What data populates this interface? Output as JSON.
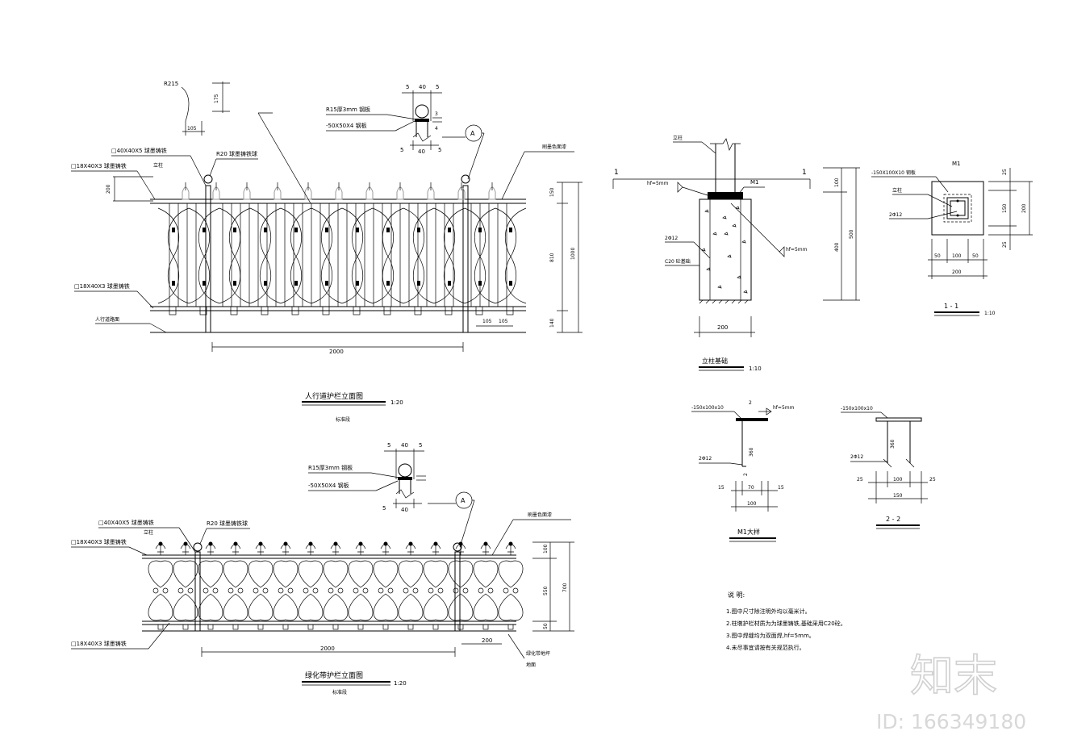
{
  "top_elevation": {
    "title": "人行道护栏立面图",
    "scale": "1:20",
    "subtitle": "标准段",
    "labels": {
      "radius": "R215",
      "post": "□40X40X5 球墨铸铁",
      "cap": "R20 球墨铸铁球",
      "rail_top": "□18X40X3 球墨铸铁",
      "post_label": "立柱",
      "rail_bottom": "□18X40X3 球墨铸铁",
      "ground": "人行道路面",
      "paint": "刷墨色面漆",
      "ball_detail": "R15厚3mm 钢板",
      "plate_detail": "-50X50X4 钢板",
      "section_mark": "A"
    },
    "dims": {
      "d175": "175",
      "d105": "105",
      "d200": "200",
      "d2000": "2000",
      "d150": "150",
      "d810": "810",
      "d1000": "1000",
      "d140": "140",
      "d105b": "105",
      "d105c": "105",
      "d5": "5",
      "d40": "40",
      "d5b": "5",
      "d3": "3",
      "d4": "4",
      "d5c": "5",
      "d40b": "40",
      "d5d": "5"
    }
  },
  "bottom_elevation": {
    "title": "绿化带护栏立面图",
    "scale": "1:20",
    "subtitle": "标准段",
    "labels": {
      "post": "□40X40X5 球墨铸铁",
      "cap": "R20 球墨铸铁球",
      "rail_top": "□18X40X3 球墨铸铁",
      "post_label": "立柱",
      "rail_bottom": "□18X40X3 球墨铸铁",
      "paint": "刷墨色面漆",
      "ground": "绿化带地坪",
      "ground2": "地面",
      "ball_detail": "R15厚3mm 钢板",
      "plate_detail": "-50X50X4 钢板",
      "section_mark": "A"
    },
    "dims": {
      "d5": "5",
      "d40": "40",
      "d5b": "5",
      "d5c": "5",
      "d40b": "40",
      "d100": "100",
      "d550": "550",
      "d700": "700",
      "d50": "50",
      "d2000": "2000",
      "d200": "200"
    }
  },
  "foundation": {
    "title": "立柱基础",
    "scale": "1:10",
    "labels": {
      "post": "立柱",
      "weld1": "hf=5mm",
      "plate": "M1",
      "rebar": "2Φ12",
      "concrete": "C20 砼基础",
      "weld2": "hf=5mm",
      "sec1": "1",
      "sec1b": "1"
    },
    "dims": {
      "d100": "100",
      "d500": "500",
      "d400": "400",
      "d200": "200"
    }
  },
  "section_1_1": {
    "title": "1 - 1",
    "scale": "1:10",
    "labels": {
      "m1": "M1",
      "plate": "-150X100X10 钢板",
      "post": "立柱",
      "rebar": "2Φ12"
    },
    "dims": {
      "d25": "25",
      "d150": "150",
      "d200": "200",
      "d25b": "25",
      "d50": "50",
      "d100": "100",
      "d50b": "50",
      "d200b": "200"
    }
  },
  "m1_detail": {
    "title": "M1大样",
    "labels": {
      "plate": "-150x100x10",
      "weld": "hf=5mm",
      "rebar": "2Φ12",
      "two": "2"
    },
    "dims": {
      "d360": "360",
      "d15": "15",
      "d70": "70",
      "d15b": "15",
      "d100": "100"
    }
  },
  "section_2_2": {
    "title": "2 - 2",
    "labels": {
      "plate": "-150x100x10",
      "rebar": "2Φ12"
    },
    "dims": {
      "d360": "360",
      "d25": "25",
      "d100": "100",
      "d25b": "25",
      "d150": "150"
    }
  },
  "notes": {
    "heading": "说 明:",
    "items": [
      "1.图中尺寸除注明外均以毫米计。",
      "2.柱墩护栏材质为为球墨铸铁,基础采用C20砼。",
      "3.图中焊缝均为双面焊,hf=5mm。",
      "4.未尽事宜请按有关规范执行。"
    ]
  },
  "watermark": {
    "logo": "知末",
    "id": "ID: 166349180"
  }
}
